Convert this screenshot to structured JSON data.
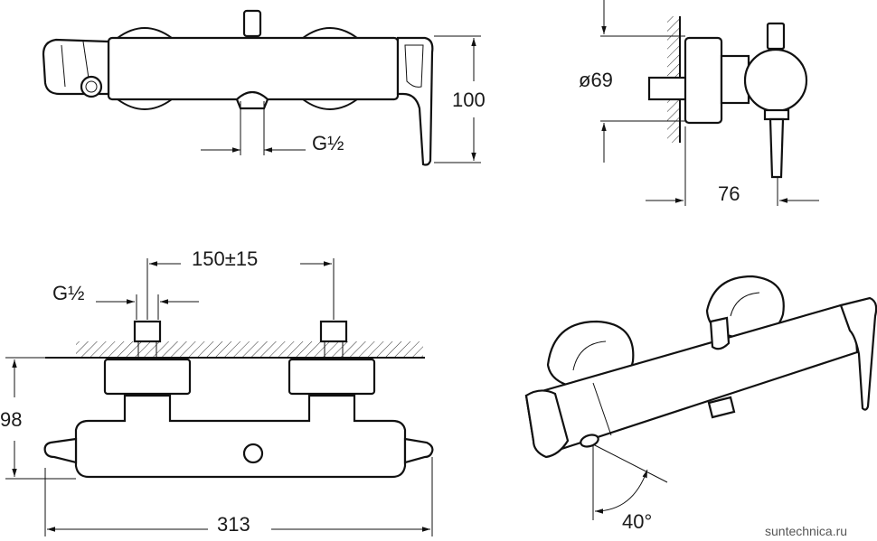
{
  "dimensions": {
    "g_top": "G½",
    "height_100": "100",
    "diameter_69": "ø69",
    "depth_76": "76",
    "center_150": "150±15",
    "g_front": "G½",
    "height_98": "98",
    "width_313": "313",
    "angle_40": "40°"
  },
  "watermark": "suntechnica.ru",
  "colors": {
    "line": "#111111",
    "hatch": "#333333",
    "background": "#ffffff"
  }
}
